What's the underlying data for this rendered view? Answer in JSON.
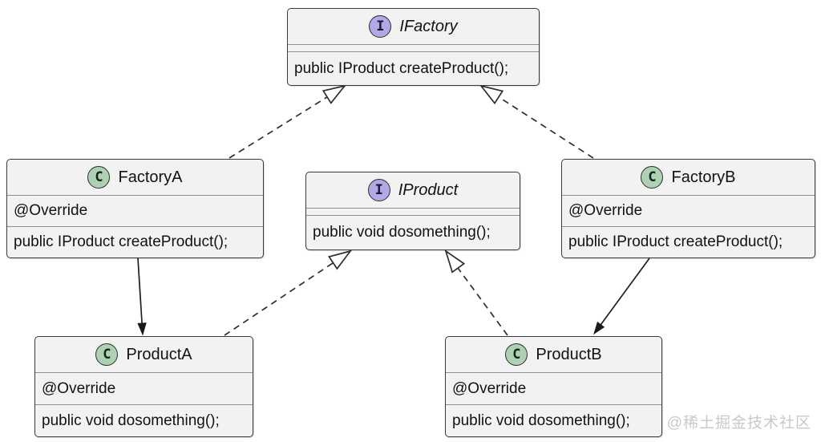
{
  "diagram_type": "uml-class-diagram",
  "nodes": {
    "ifactory": {
      "kind": "interface",
      "letter": "I",
      "title": "IFactory",
      "attributes": [],
      "methods": [
        "public IProduct createProduct();"
      ]
    },
    "factory_a": {
      "kind": "class",
      "letter": "C",
      "title": "FactoryA",
      "attributes": [
        "@Override"
      ],
      "methods": [
        "public IProduct createProduct();"
      ]
    },
    "iproduct": {
      "kind": "interface",
      "letter": "I",
      "title": "IProduct",
      "attributes": [],
      "methods": [
        "public void dosomething();"
      ]
    },
    "factory_b": {
      "kind": "class",
      "letter": "C",
      "title": "FactoryB",
      "attributes": [
        "@Override"
      ],
      "methods": [
        "public IProduct createProduct();"
      ]
    },
    "product_a": {
      "kind": "class",
      "letter": "C",
      "title": "ProductA",
      "attributes": [
        "@Override"
      ],
      "methods": [
        "public void dosomething();"
      ]
    },
    "product_b": {
      "kind": "class",
      "letter": "C",
      "title": "ProductB",
      "attributes": [
        "@Override"
      ],
      "methods": [
        "public void dosomething();"
      ]
    }
  },
  "edges": [
    {
      "from": "FactoryA",
      "to": "IFactory",
      "type": "realization",
      "style": "dashed",
      "arrowhead": "hollow-triangle"
    },
    {
      "from": "FactoryB",
      "to": "IFactory",
      "type": "realization",
      "style": "dashed",
      "arrowhead": "hollow-triangle"
    },
    {
      "from": "ProductA",
      "to": "IProduct",
      "type": "realization",
      "style": "dashed",
      "arrowhead": "hollow-triangle"
    },
    {
      "from": "ProductB",
      "to": "IProduct",
      "type": "realization",
      "style": "dashed",
      "arrowhead": "hollow-triangle"
    },
    {
      "from": "FactoryA",
      "to": "ProductA",
      "type": "dependency",
      "style": "solid",
      "arrowhead": "filled-arrow"
    },
    {
      "from": "FactoryB",
      "to": "ProductB",
      "type": "dependency",
      "style": "solid",
      "arrowhead": "filled-arrow"
    }
  ],
  "colors": {
    "box_fill": "#f2f2f2",
    "box_border": "#3a3a3a",
    "interface_icon_fill": "#b4a7e5",
    "class_icon_fill": "#add1b2",
    "line": "#2e2e2e",
    "watermark": "#c9c9c9"
  },
  "watermark": {
    "text": "@稀土掘金技术社区"
  }
}
